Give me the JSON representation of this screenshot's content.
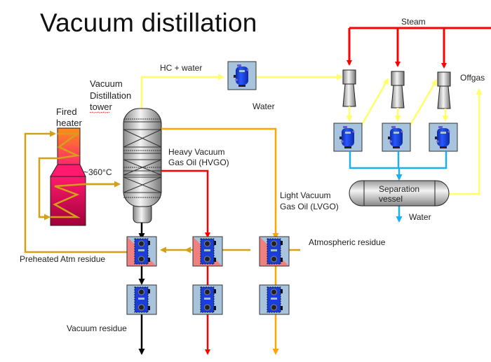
{
  "title": "Vacuum distillation",
  "labels": {
    "steam": "Steam",
    "hc_water": "HC + water",
    "water_top": "Water",
    "offgas": "Offgas",
    "tower_line1": "Vacuum",
    "tower_line2": "Distillation",
    "tower_line3": "tower",
    "heater_line1": "Fired",
    "heater_line2": "heater",
    "temperature": "~360°C",
    "hvgo_line1": "Heavy Vacuum",
    "hvgo_line2": "Gas Oil (HVGO)",
    "lvgo_line1": "Light Vacuum",
    "lvgo_line2": "Gas Oil (LVGO)",
    "separation_line1": "Separation",
    "separation_line2": "vessel",
    "water_bottom": "Water",
    "atm_residue": "Atmospheric residue",
    "preheated": "Preheated Atm residue",
    "vacuum_residue": "Vacuum residue"
  },
  "colors": {
    "steam": "#ff0000",
    "vapor": "#ffff66",
    "water": "#1ab0f0",
    "feed": "#d4a017",
    "lvgo": "#ffa500",
    "hvgo": "#ff0000",
    "residue": "#000000",
    "exchanger_bg": "#a8c4dc",
    "exchanger_hot": "#f08080",
    "equipment_blue": "#1a3ed8"
  }
}
